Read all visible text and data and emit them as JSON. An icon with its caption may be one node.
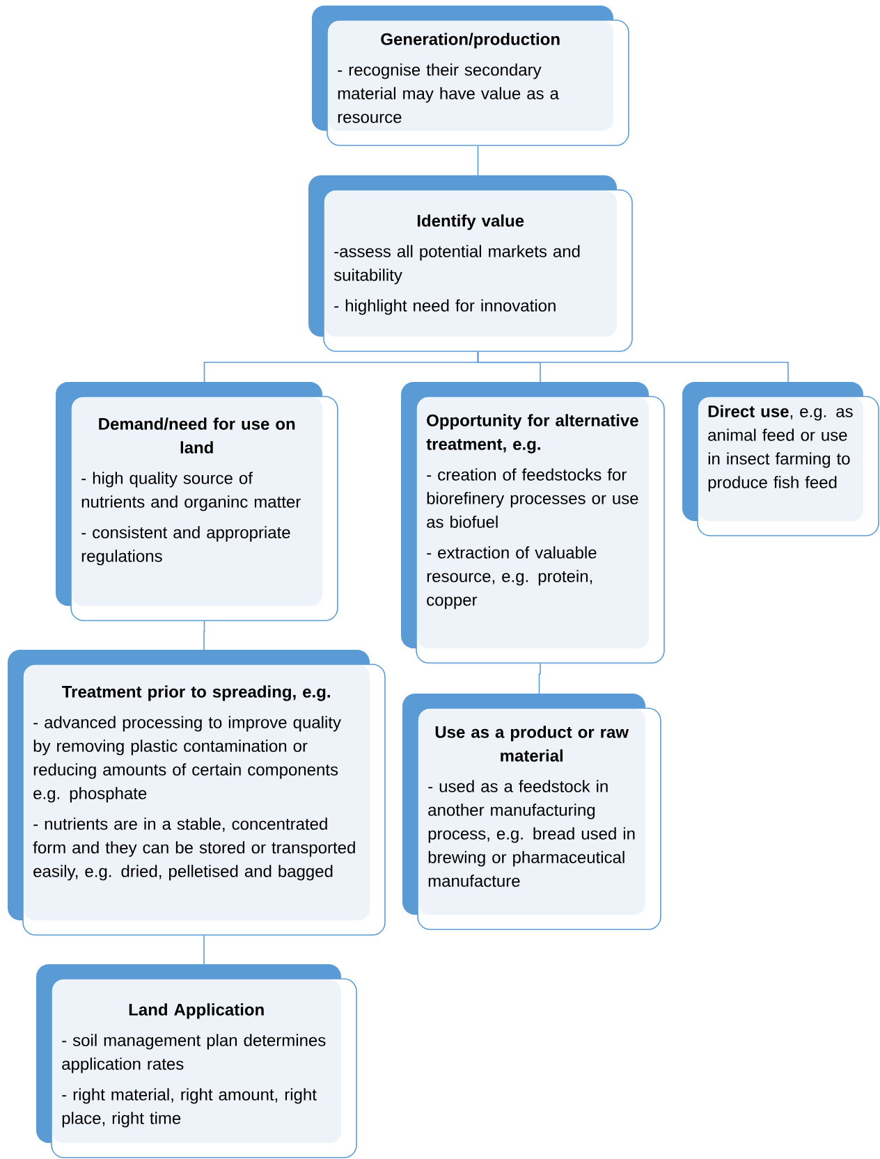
{
  "diagram": {
    "nodes": [
      {
        "text": [
          "Generation/production",
          "- recognise their secondary material may have value as a resource"
        ]
      },
      {
        "text": [
          "Identify value",
          "-assess all potential markets and suitability",
          "- highlight need for innovation"
        ]
      },
      {
        "text": [
          "Demand/need for use on land",
          "- high quality source of nutrients and organinc matter",
          "- consistent and appropriate regulations"
        ]
      },
      {
        "text": [
          "Opportunity for alternative treatment, e.g.",
          "- creation of feedstocks for biorefinery processes or use as biofuel",
          "- extraction of valuable resource, e.g. protein, copper"
        ]
      },
      {
        "text": [
          "**Direct use**, e.g. as animal feed or use in insect farming to produce fish feed"
        ]
      },
      {
        "text": [
          "Treatment prior to spreading, e.g.",
          "- advanced processing to improve quality by removing plastic contamination or reducing amounts of certain components e.g. phosphate",
          "- nutrients are in a stable, concentrated form and they can be stored or transported easily, e.g. dried, pelletised and bagged"
        ]
      },
      {
        "text": [
          "Use as a product or raw material",
          "- used as a feedstock in another manufacturing process, e.g. bread used in brewing or pharmaceutical manufacture"
        ]
      },
      {
        "text": [
          "Land Application",
          "- soil management plan determines application rates",
          "- right material, right amount, right place, right time"
        ]
      }
    ],
    "edges": [
      {
        "from": 0,
        "to": 1,
        "arrow": "none"
      },
      {
        "from": 1,
        "to": 2,
        "arrow": "none"
      },
      {
        "from": 1,
        "to": 3,
        "arrow": "none"
      },
      {
        "from": 1,
        "to": 4,
        "arrow": "none"
      },
      {
        "from": 2,
        "to": 5,
        "arrow": "none"
      },
      {
        "from": 3,
        "to": 6,
        "arrow": "none"
      },
      {
        "from": 5,
        "to": 7,
        "arrow": "none"
      }
    ]
  }
}
